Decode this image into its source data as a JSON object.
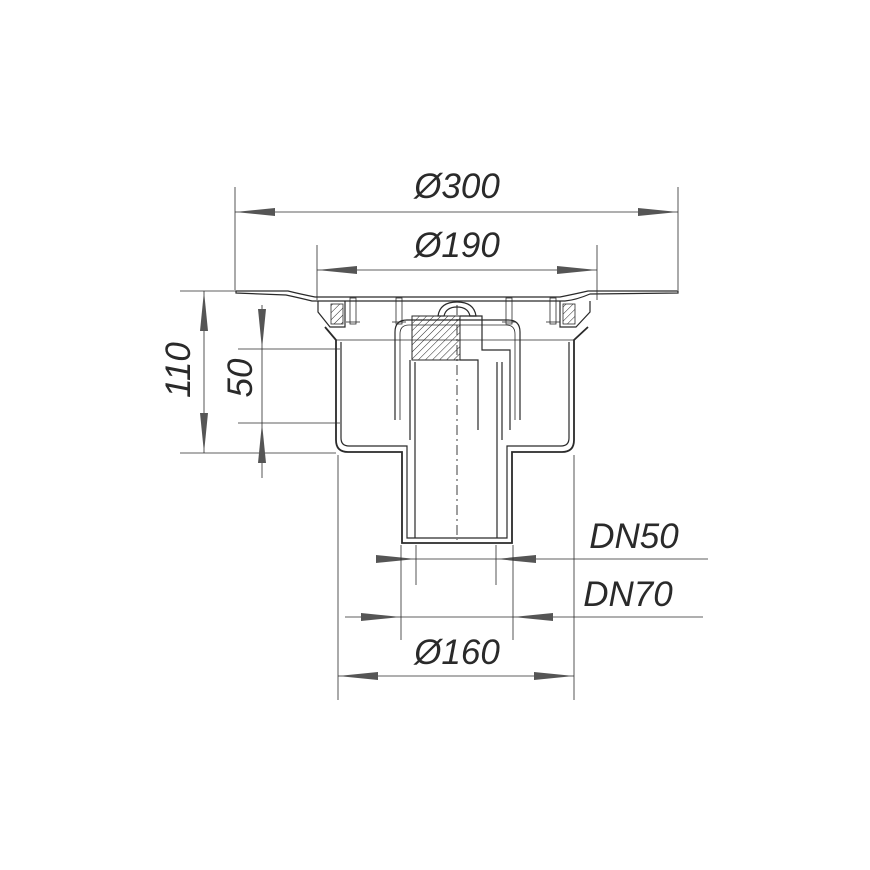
{
  "dimensions": {
    "dia_300": "Ø300",
    "dia_190": "Ø190",
    "height_110": "110",
    "height_50": "50",
    "dn50": "DN50",
    "dn70": "DN70",
    "dia_160": "Ø160"
  },
  "colors": {
    "line": "#2a2a2a",
    "arrow": "#555555",
    "background": "#ffffff"
  }
}
